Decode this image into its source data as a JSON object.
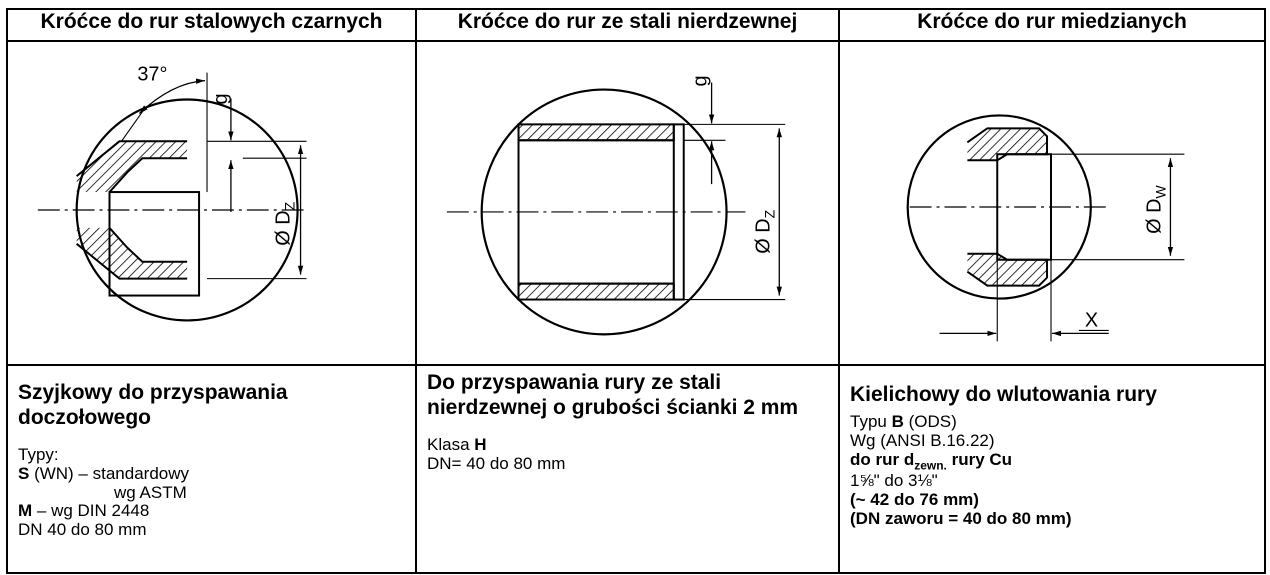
{
  "columns": [
    {
      "header": "Króćce do rur stalowych czarnych",
      "drawing": {
        "angle_label": "37°",
        "gap_label": "g",
        "dim_label": "Ø D",
        "dim_sub": "Z"
      },
      "title": "Szyjkowy do przyspawania doczołowego",
      "types_label": "Typy:",
      "s_code": "S",
      "s_text": " (WN) – standardowy",
      "s_text2": "wg ASTM",
      "m_code": "M",
      "m_text": " –   wg DIN 2448",
      "dn": "DN 40 do 80 mm"
    },
    {
      "header": "Króćce do rur ze stali nierdzewnej",
      "drawing": {
        "gap_label": "g",
        "dim_label": "Ø D",
        "dim_sub": "Z"
      },
      "title": "Do przyspawania rury ze stali nierdzewnej o grubości ścianki 2 mm",
      "class_prefix": "Klasa ",
      "class_code": "H",
      "dn": "DN= 40 do 80 mm"
    },
    {
      "header": "Króćce do rur miedzianych",
      "drawing": {
        "dim_label": "Ø D",
        "dim_sub": "W",
        "x_label": "X"
      },
      "title": "Kielichowy do wlutowania rury",
      "type_prefix": "Typu ",
      "type_code": "B",
      "type_suffix": " (ODS)",
      "standard": "Wg (ANSI B.16.22)",
      "pipe_prefix": "do rur d",
      "pipe_sub": "zewn.",
      "pipe_suffix": " rury Cu",
      "size_inch": "1⅝\" do 3⅛\"",
      "size_mm": "(~ 42 do 76 mm)",
      "dn_valve": "(DN zaworu = 40 do 80 mm)"
    }
  ]
}
